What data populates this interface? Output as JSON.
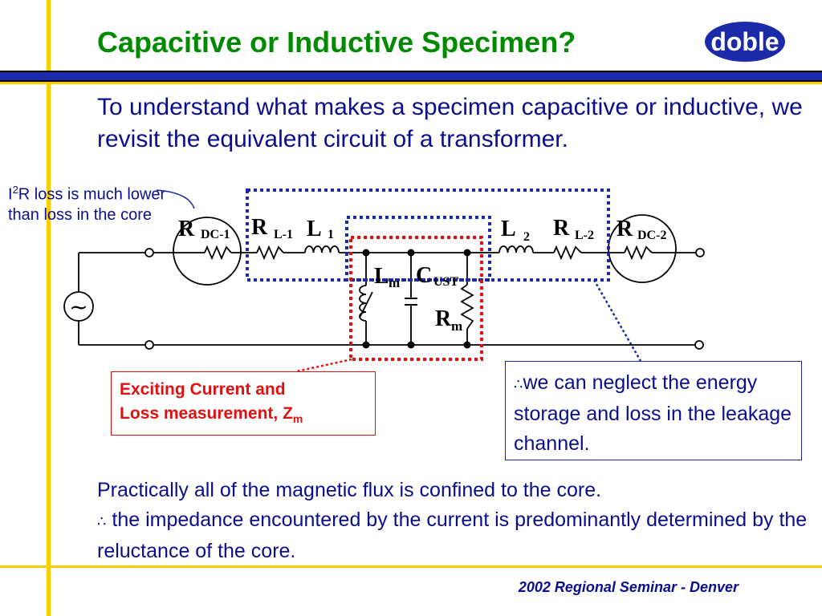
{
  "title": "Capacitive or Inductive Specimen?",
  "logo_text": "doble",
  "intro": "To understand what makes a specimen capacitive or inductive, we revisit the equivalent circuit of a transformer.",
  "i2r_note": {
    "prefix": "I",
    "superscript": "2",
    "suffix": "R loss is much lower than loss in the core"
  },
  "circuit_labels": {
    "rdc1_main": "R",
    "rdc1_sub": "DC-1",
    "rl1_main": "R",
    "rl1_sub": "L-1",
    "l1_main": "L",
    "l1_sub": "1",
    "l2_main": "L",
    "l2_sub": "2",
    "rl2_main": "R",
    "rl2_sub": "L-2",
    "rdc2_main": "R",
    "rdc2_sub": "DC-2",
    "lm_main": "L",
    "lm_sub": "m",
    "cust_main": "C",
    "cust_sub": "UST",
    "rm_main": "R",
    "rm_sub": "m",
    "source_symbol": "~"
  },
  "exciting_box": {
    "line1": "Exciting Current and",
    "line2_text": "Loss measurement, Z",
    "line2_sub": "m"
  },
  "neglect_box": {
    "symbol": "∴",
    "text": "we can neglect the energy storage and loss in the leakage channel."
  },
  "paragraph": {
    "line1": "Practically all of the magnetic flux is confined to the core.",
    "symbol": "∴",
    "line2": " the impedance encountered by the current is predominantly determined by the reluctance of the core."
  },
  "footer": "2002 Regional Seminar - Denver",
  "colors": {
    "title_green": "#008a00",
    "text_blue": "#0a0e8c",
    "band_blue": "#1a2aa8",
    "accent_yellow": "#ffcc00",
    "highlight_red": "#e01010"
  }
}
